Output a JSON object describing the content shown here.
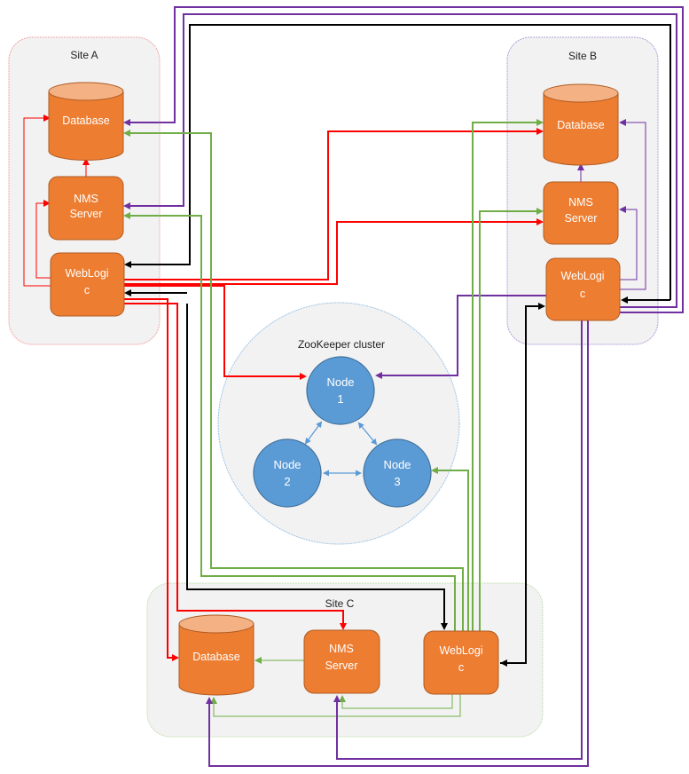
{
  "colors": {
    "component_fill": "#ED7D31",
    "component_top": "#F4B183",
    "component_stroke": "#AE5A21",
    "node_fill": "#5B9BD5",
    "node_stroke": "#41719C",
    "site_fill": "#F2F2F2",
    "red": "#FF0000",
    "green": "#70AD47",
    "purple": "#7030A0",
    "black": "#000000",
    "blue_link": "#5B9BD5"
  },
  "sites": {
    "a": {
      "label": "Site A",
      "database": "Database",
      "nms": [
        "NMS",
        "Server"
      ],
      "weblogic": [
        "WebLogi",
        "c"
      ]
    },
    "b": {
      "label": "Site B",
      "database": "Database",
      "nms": [
        "NMS",
        "Server"
      ],
      "weblogic": [
        "WebLogi",
        "c"
      ]
    },
    "c": {
      "label": "Site C",
      "database": "Database",
      "nms": [
        "NMS",
        "Server"
      ],
      "weblogic": [
        "WebLogi",
        "c"
      ]
    }
  },
  "cluster": {
    "label": "ZooKeeper cluster",
    "nodes": [
      {
        "line1": "Node",
        "line2": "1"
      },
      {
        "line1": "Node",
        "line2": "2"
      },
      {
        "line1": "Node",
        "line2": "3"
      }
    ]
  }
}
